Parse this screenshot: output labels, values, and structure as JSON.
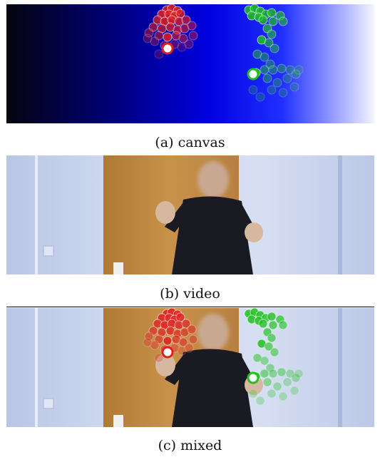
{
  "figure": {
    "panels": [
      {
        "id": "a",
        "caption": "(a) canvas",
        "content": "canvas"
      },
      {
        "id": "b",
        "caption": "(b) video",
        "content": "video"
      },
      {
        "id": "c",
        "caption": "(c) mixed",
        "content": "mixed"
      }
    ]
  },
  "colors": {
    "canvas_gradient": [
      "#0a0a18",
      "#00007a",
      "#0000e6",
      "#2a2aff",
      "#ffffff"
    ],
    "red_particle": "#e02020",
    "green_particle": "#20c020",
    "wall": "#c9d4ec",
    "door": "#c48a3a",
    "person": "#1a1a22"
  }
}
